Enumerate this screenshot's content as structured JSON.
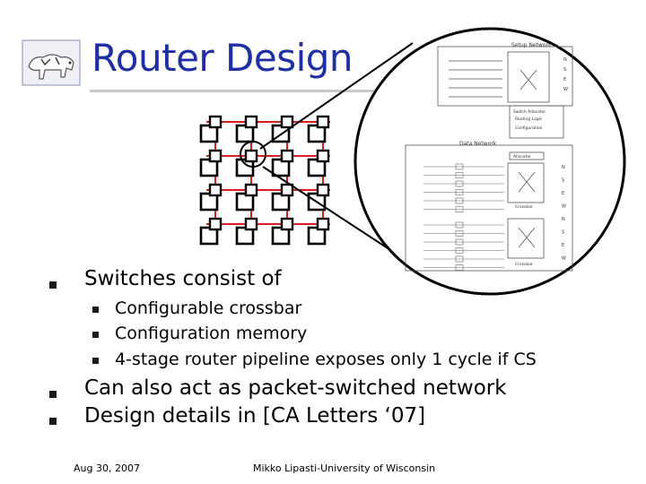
{
  "title": "Router Design",
  "bullets": {
    "b1": "Switches consist of",
    "sub1": "Configurable crossbar",
    "sub2": "Configuration memory",
    "sub3": "4-stage router pipeline exposes only 1 cycle if CS",
    "b2": "Can also act as packet-switched network",
    "b3": "Design details in [CA Letters ‘07]"
  },
  "footer": {
    "date": "Aug 30, 2007",
    "affiliation": "Mikko Lipasti-University of Wisconsin"
  },
  "diagram": {
    "setup_network": "Setup Network",
    "data_network": "Data Network",
    "allocator": "Switch Allocator",
    "routing_logic": "Routing Logic",
    "configuration": "Configuration",
    "allocator_small": "Allocator",
    "crossbar": "Crossbar",
    "ports_top": [
      "N",
      "S",
      "E",
      "W"
    ],
    "ports_right": [
      "N",
      "S",
      "E",
      "W",
      "N",
      "S",
      "E",
      "W"
    ],
    "ports_bottom_right": [
      "N",
      "S",
      "E",
      "W"
    ]
  },
  "colors": {
    "title": "#1f2fa3",
    "mesh_links": "#d62020",
    "text": "#000000"
  }
}
